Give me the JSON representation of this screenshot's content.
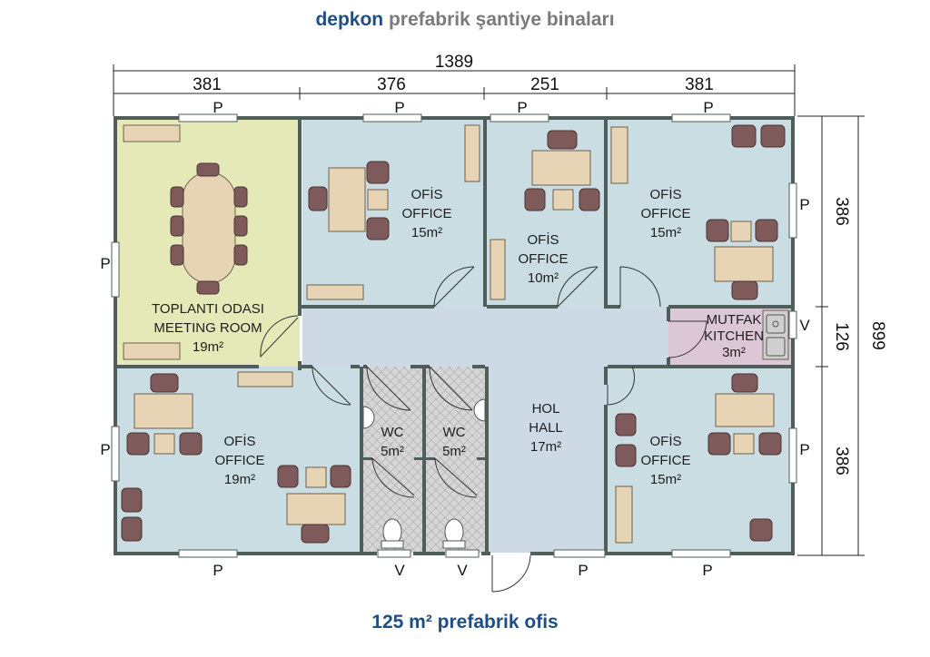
{
  "header": {
    "brand": "depkon",
    "tagline": "prefabrik şantiye binaları"
  },
  "footer": {
    "caption": "125 m² prefabrik ofis"
  },
  "dimensions": {
    "total": "1389",
    "segments": [
      "381",
      "376",
      "251",
      "381"
    ],
    "right_sections": [
      "386",
      "126",
      "386"
    ],
    "right_total": "899"
  },
  "rooms": {
    "meeting": {
      "l1": "TOPLANTI ODASI",
      "l2": "MEETING ROOM",
      "area": "19m²"
    },
    "office1": {
      "l1": "OFİS",
      "l2": "OFFICE",
      "area": "15m²"
    },
    "office2": {
      "l1": "OFİS",
      "l2": "OFFICE",
      "area": "10m²"
    },
    "office3": {
      "l1": "OFİS",
      "l2": "OFFICE",
      "area": "15m²"
    },
    "kitchen": {
      "l1": "MUTFAK",
      "l2": "KITCHEN",
      "area": "3m²"
    },
    "office4": {
      "l1": "OFİS",
      "l2": "OFFICE",
      "area": "19m²"
    },
    "wc1": {
      "l1": "WC",
      "area": "5m²"
    },
    "wc2": {
      "l1": "WC",
      "area": "5m²"
    },
    "hall": {
      "l1": "HOL",
      "l2": "HALL",
      "area": "17m²"
    },
    "office5": {
      "l1": "OFİS",
      "l2": "OFFICE",
      "area": "15m²"
    }
  },
  "markers": {
    "panel": "P",
    "vent": "V"
  },
  "colors": {
    "office": "#c9dde3",
    "meeting": "#e5e8b7",
    "hall": "#cdd9e5",
    "kitchen": "#dcc7d6",
    "wall": "#4f5e5a",
    "furniture": "#e6d4b4",
    "chair": "#7e5a5a",
    "wc_tile": "#d4d4d4"
  }
}
